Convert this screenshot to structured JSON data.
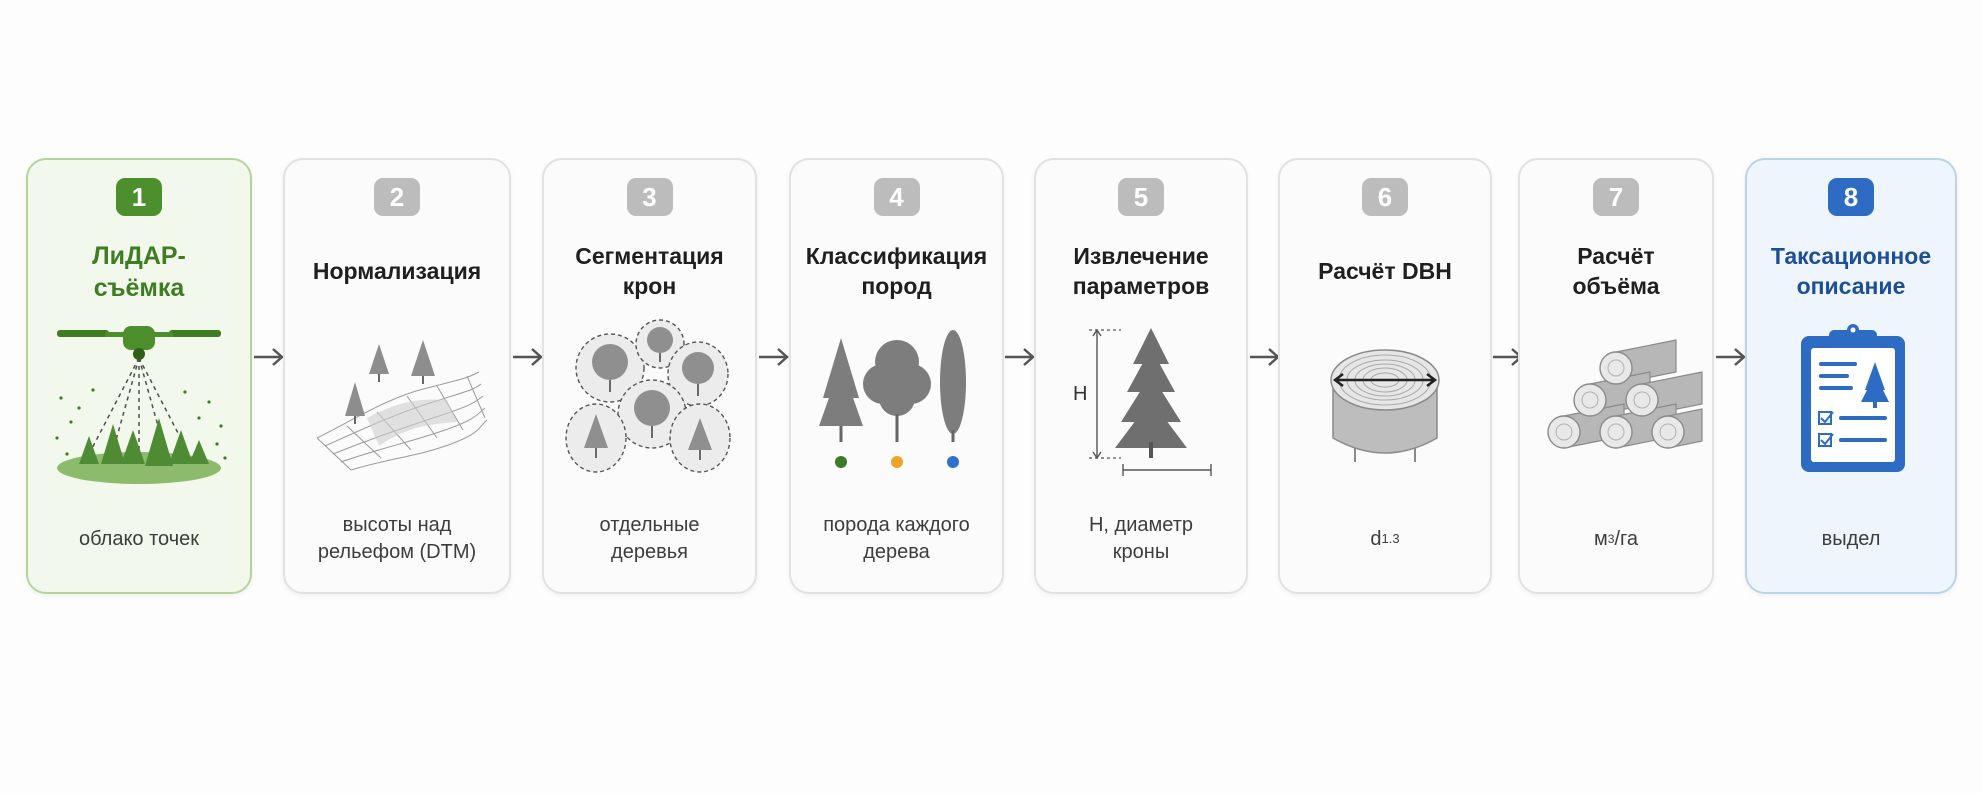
{
  "steps": [
    {
      "number": "1",
      "title": "ЛиДАР-\nсъёмка",
      "description": "облако точек",
      "icon": "drone-lidar-icon"
    },
    {
      "number": "2",
      "title": "Нормализация",
      "description": "высоты над\nрельефом (DTM)",
      "icon": "terrain-grid-icon"
    },
    {
      "number": "3",
      "title": "Сегментация\nкрон",
      "description": "отдельные\nдеревья",
      "icon": "crown-segmentation-icon"
    },
    {
      "number": "4",
      "title": "Классификация\nпород",
      "description": "порода каждого\nдерева",
      "icon": "species-trees-icon"
    },
    {
      "number": "5",
      "title": "Извлечение\nпараметров",
      "description": "H, диаметр\nкроны",
      "icon": "tree-height-icon",
      "height_label": "H"
    },
    {
      "number": "6",
      "title": "Расчёт DBH",
      "description_main": "d",
      "description_sub": "1.3",
      "icon": "stump-rings-icon"
    },
    {
      "number": "7",
      "title": "Расчёт\nобъёма",
      "description_main": "м",
      "description_sup": "3",
      "description_rest": "/га",
      "icon": "log-pile-icon"
    },
    {
      "number": "8",
      "title": "Таксационное\nописание",
      "description": "выдел",
      "icon": "clipboard-report-icon"
    }
  ],
  "colors": {
    "lidar_green": "#4d8f2c",
    "report_blue": "#2e6cc4",
    "species_green": "#3d7a2a",
    "species_orange": "#f0a32a",
    "species_blue": "#2f6fd0"
  }
}
